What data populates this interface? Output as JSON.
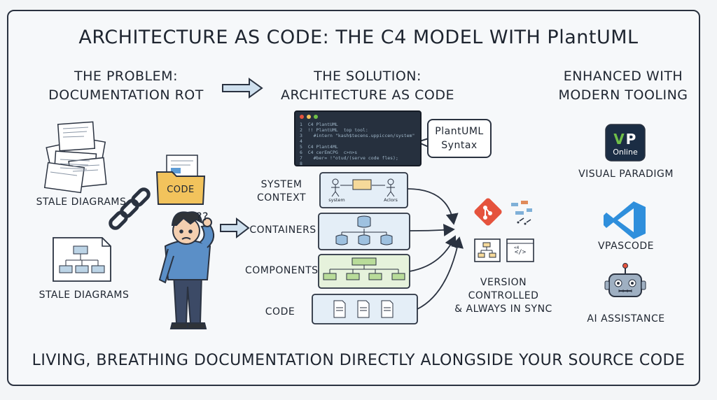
{
  "title": "ARCHITECTURE AS CODE: THE C4 MODEL WITH PlantUML",
  "problem": {
    "heading_line1": "THE PROBLEM:",
    "heading_line2": "DOCUMENTATION ROT",
    "label_top": "STALE DIAGRAMS",
    "label_bottom": "STALE DIAGRAMS",
    "folder_label": "CODE",
    "confused_marks": "??"
  },
  "solution": {
    "heading_line1": "THE SOLUTION:",
    "heading_line2": "ARCHITECTURE AS CODE",
    "bubble_line1": "PlantUML",
    "bubble_line2": "Syntax",
    "code_lines": "1  C4 PlantUML\n2  !! PlantUML  top tool:\n3    #intern \"kash$tecens.uppiccen/system\"\n4\n5  C4 Plant4ML\n6  C4 cerEmCPG  c>n>s\n7    #ber= !\"otud/(serve code fles);\n8",
    "layers": [
      {
        "label_line1": "SYSTEM",
        "label_line2": "CONTEXT"
      },
      {
        "label_line1": "CONTAINERS",
        "label_line2": ""
      },
      {
        "label_line1": "COMPONENTS",
        "label_line2": ""
      },
      {
        "label_line1": "CODE",
        "label_line2": ""
      }
    ],
    "system_labels": {
      "left": "system",
      "right": "Aclors"
    },
    "vc_line1": "VERSION CONTROLLED",
    "vc_line2": "& ALWAYS IN SYNC"
  },
  "tooling": {
    "heading_line1": "ENHANCED WITH",
    "heading_line2": "MODERN TOOLING",
    "items": [
      {
        "name": "VISUAL PARADIGM",
        "logo_text": "VP",
        "logo_sub": "Online"
      },
      {
        "name": "VPASCODE"
      },
      {
        "name": "AI ASSISTANCE"
      }
    ]
  },
  "footer": "LIVING, BREATHING DOCUMENTATION DIRECTLY ALONGSIDE YOUR SOURCE CODE",
  "colors": {
    "ink": "#2a3240",
    "layer_fill": "#e4eef7",
    "folder": "#f2c35c",
    "git": "#e5533d",
    "vscode": "#2f8fdc",
    "vp_bg": "#1b2d44",
    "vp_green": "#6fbf48"
  }
}
